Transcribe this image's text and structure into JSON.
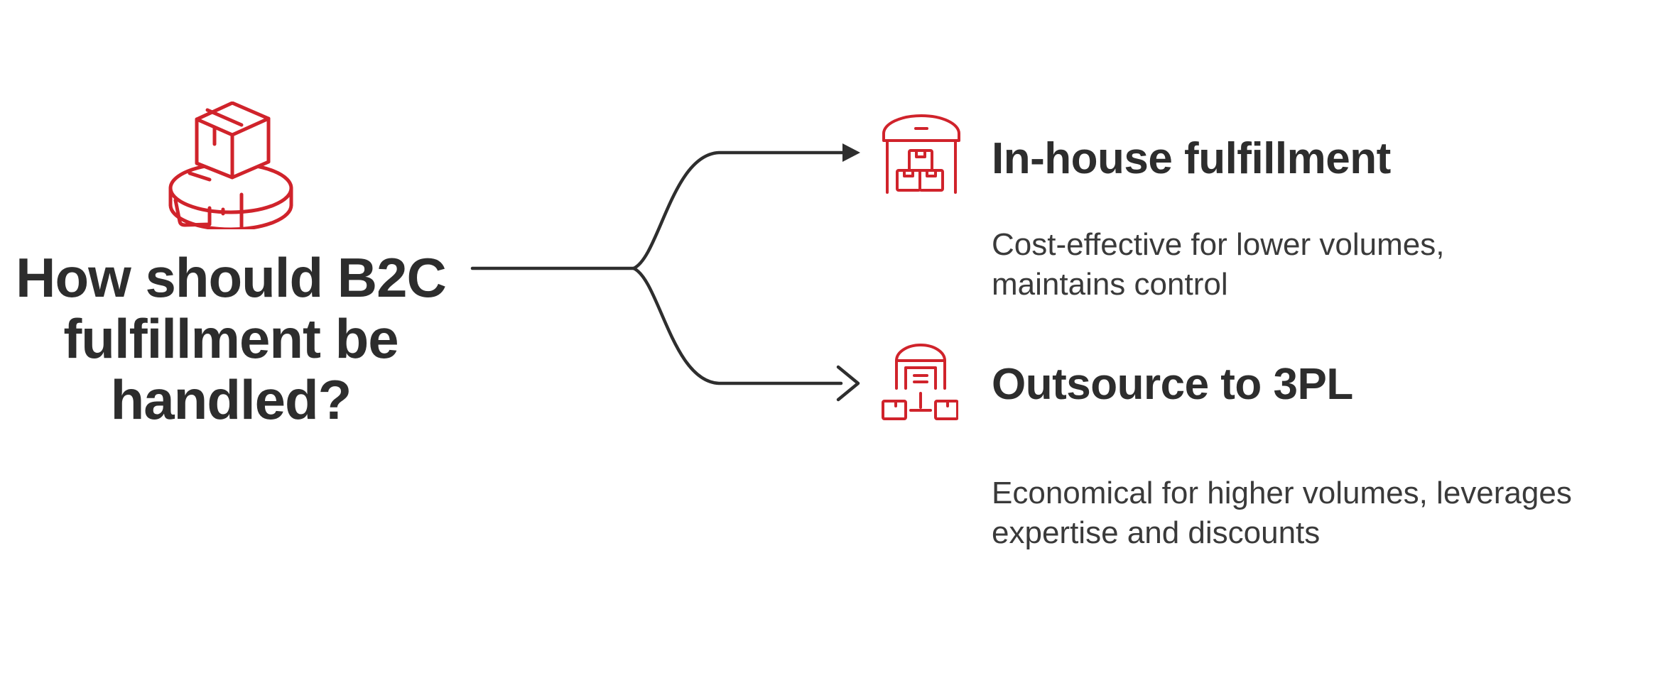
{
  "diagram": {
    "question": {
      "icon": "package-robot-icon",
      "title": "How should B2C fulfillment be handled?",
      "title_lines": [
        "How should B2C",
        "fulfillment be",
        "handled?"
      ]
    },
    "branches": [
      {
        "id": "in-house",
        "icon": "warehouse-boxes-icon",
        "heading": "In-house fulfillment",
        "description": "Cost-effective for lower volumes, maintains control",
        "desc_lines": [
          "Cost-effective for lower volumes,",
          "maintains control"
        ]
      },
      {
        "id": "outsource-3pl",
        "icon": "warehouse-network-icon",
        "heading": "Outsource to 3PL",
        "description": "Economical for higher volumes, leverages expertise and discounts",
        "desc_lines": [
          "Economical for higher volumes, leverages",
          "expertise and discounts"
        ]
      }
    ],
    "colors": {
      "accent_red": "#d0232b",
      "text_dark": "#2d2d2d",
      "text_body": "#3a3a3a",
      "line": "#2e2e2e",
      "background": "#ffffff"
    }
  }
}
